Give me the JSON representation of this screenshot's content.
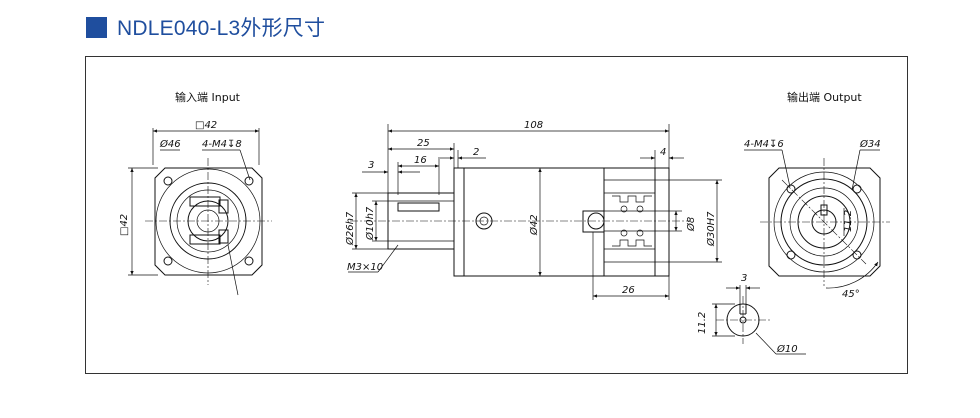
{
  "title": "NDLE040-L3外形尺寸",
  "colors": {
    "accent": "#1f4e9e",
    "line": "#111111"
  },
  "input_view": {
    "label": "输入端 Input",
    "dims": {
      "square_top": "□42",
      "square_left": "□42",
      "pcd": "Ø46",
      "holes": "4-M4↧8"
    }
  },
  "side_view": {
    "dims": {
      "overall_length": "108",
      "length_25": "25",
      "length_16": "16",
      "length_2": "2",
      "length_3": "3",
      "length_4": "4",
      "length_26": "26",
      "dia_26h7": "Ø26h7",
      "dia_10h7": "Ø10h7",
      "dia_42": "Ø42",
      "dia_8": "Ø8",
      "dia_30h7": "Ø30H7",
      "thread": "M3×10"
    }
  },
  "output_view": {
    "label": "输出端 Output",
    "dims": {
      "holes": "4-M4↧6",
      "pcd": "Ø34",
      "key_height": "11.2",
      "angle": "45°"
    }
  },
  "shaft_detail": {
    "dims": {
      "width": "3",
      "height": "11.2",
      "dia": "Ø10"
    }
  }
}
